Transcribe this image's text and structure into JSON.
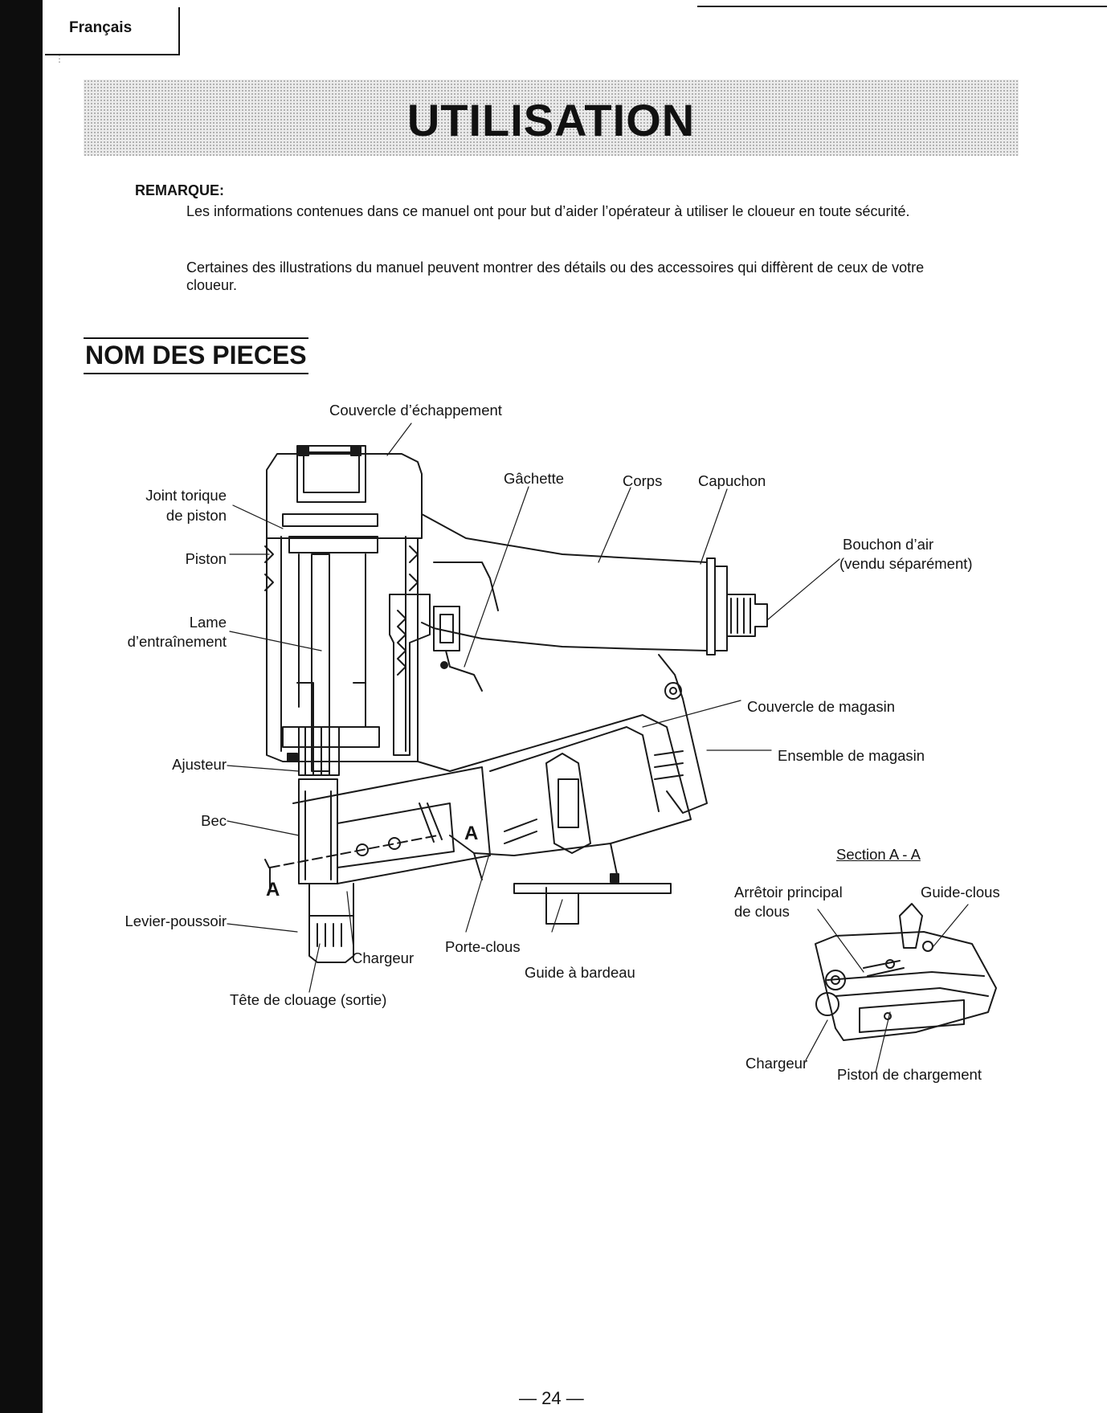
{
  "page": {
    "language_tab": "Français",
    "title": "UTILISATION",
    "page_number": "— 24 —"
  },
  "note": {
    "label": "REMARQUE:",
    "paragraphs": [
      "Les informations contenues dans ce manuel ont pour but d’aider l’opérateur à utiliser le cloueur en toute sécurité.",
      "Certaines des illustrations du manuel peuvent montrer des détails ou des accessoires qui diffèrent de ceux de votre cloueur."
    ]
  },
  "section": {
    "title": "NOM DES PIECES"
  },
  "diagram": {
    "labels": {
      "exhaust_cover": "Couvercle d’échappement",
      "trigger": "Gâchette",
      "body": "Corps",
      "cap": "Capuchon",
      "air_plug_1": "Bouchon d’air",
      "air_plug_2": "(vendu séparément)",
      "piston_oring_1": "Joint torique",
      "piston_oring_2": "de piston",
      "piston": "Piston",
      "driver_blade_1": "Lame",
      "driver_blade_2": "d’entraînement",
      "magazine_cover": "Couvercle de magasin",
      "magazine_assembly": "Ensemble de magasin",
      "adjuster": "Ajusteur",
      "nose": "Bec",
      "section_marker": "A",
      "section_marker_2": "A",
      "push_lever": "Levier-poussoir",
      "feeder": "Chargeur",
      "nail_holder": "Porte-clous",
      "shingle_guide": "Guide à bardeau",
      "nose_tip": "Tête de clouage (sortie)",
      "section_title": "Section A - A",
      "main_stopper_1": "Arrêtoir principal",
      "main_stopper_2": "de clous",
      "nail_guide": "Guide-clous",
      "feeder_2": "Chargeur",
      "feed_piston": "Piston de chargement"
    }
  }
}
